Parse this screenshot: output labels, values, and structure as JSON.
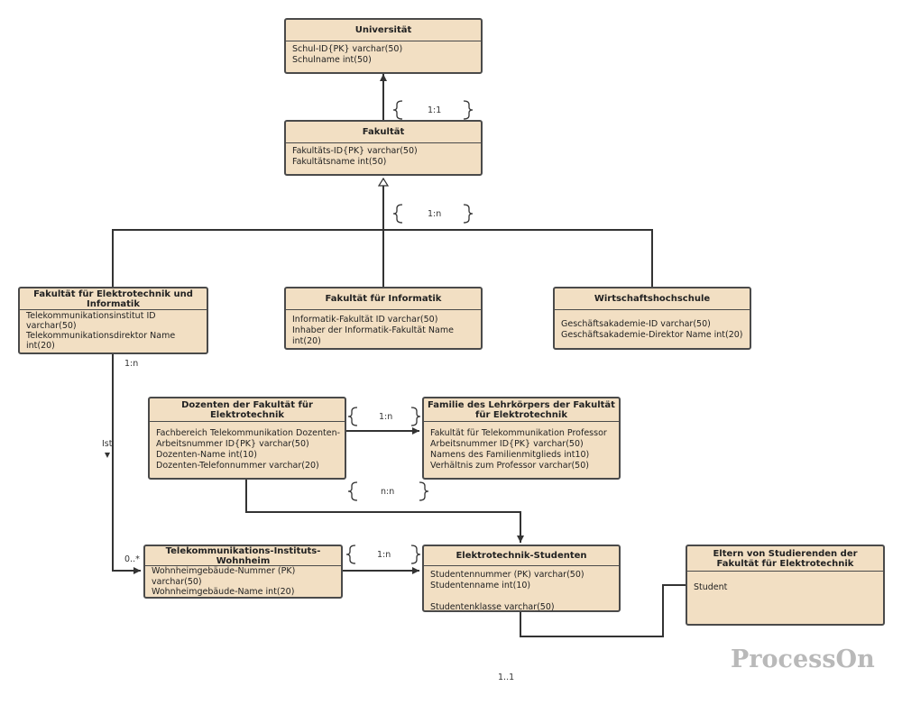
{
  "entities": {
    "universitaet": {
      "title": "Universität",
      "attrs": [
        "Schul-ID{PK} varchar(50)",
        "Schulname int(50)"
      ]
    },
    "fakultaet": {
      "title": "Fakultät",
      "attrs": [
        "Fakultäts-ID{PK} varchar(50)",
        "Fakultätsname int(50)"
      ]
    },
    "elektro_informatik": {
      "title": "Fakultät für Elektrotechnik und Informatik",
      "attrs": [
        "Telekommunikationsinstitut ID",
        "varchar(50)",
        "Telekommunikationsdirektor Name",
        "int(20)"
      ]
    },
    "informatik": {
      "title": "Fakultät für Informatik",
      "attrs": [
        "Informatik-Fakultät ID varchar(50)",
        "Inhaber der Informatik-Fakultät Name",
        "int(20)"
      ]
    },
    "wirtschaft": {
      "title": "Wirtschaftshochschule",
      "attrs": [
        "Geschäftsakademie-ID varchar(50)",
        "Geschäftsakademie-Direktor Name int(20)"
      ]
    },
    "dozenten": {
      "title": "Dozenten der Fakultät für Elektrotechnik",
      "attrs": [
        "Fachbereich Telekommunikation Dozenten-",
        "Arbeitsnummer ID{PK} varchar(50)",
        "Dozenten-Name int(10)",
        "Dozenten-Telefonnummer varchar(20)"
      ]
    },
    "familie": {
      "title": "Familie des Lehrkörpers der Fakultät für Elektrotechnik",
      "attrs": [
        "Fakultät für Telekommunikation Professor",
        "Arbeitsnummer ID{PK} varchar(50)",
        "Namens des Familienmitglieds int10)",
        "Verhältnis zum Professor varchar(50)"
      ]
    },
    "wohnheim": {
      "title": "Telekommunikations-Instituts-Wohnheim",
      "attrs": [
        "Wohnheimgebäude-Nummer (PK)",
        "varchar(50)",
        "Wohnheimgebäude-Name int(20)"
      ]
    },
    "studenten": {
      "title": "Elektrotechnik-Studenten",
      "attrs": [
        "Studentennummer (PK) varchar(50)",
        "Studentenname int(10)",
        "",
        "Studentenklasse varchar(50)"
      ]
    },
    "eltern": {
      "title": "Eltern von Studierenden der Fakultät für Elektrotechnik",
      "attrs": [
        "",
        "Student"
      ]
    }
  },
  "relations": {
    "uni_fak": "1:1",
    "fak_sub": "1:n",
    "elektro_wohnheim_top": "1:n",
    "elektro_wohnheim_ist": "Ist",
    "elektro_wohnheim_bottom": "0..*",
    "doz_fam": "1:n",
    "doz_stud": "n:n",
    "wohn_stud": "1:n",
    "stud_eltern": "1..1"
  },
  "watermark": "ProcessOn",
  "colors": {
    "entity_fill": "#f2dfc3",
    "entity_border": "#4a4a4a",
    "line": "#333333"
  }
}
